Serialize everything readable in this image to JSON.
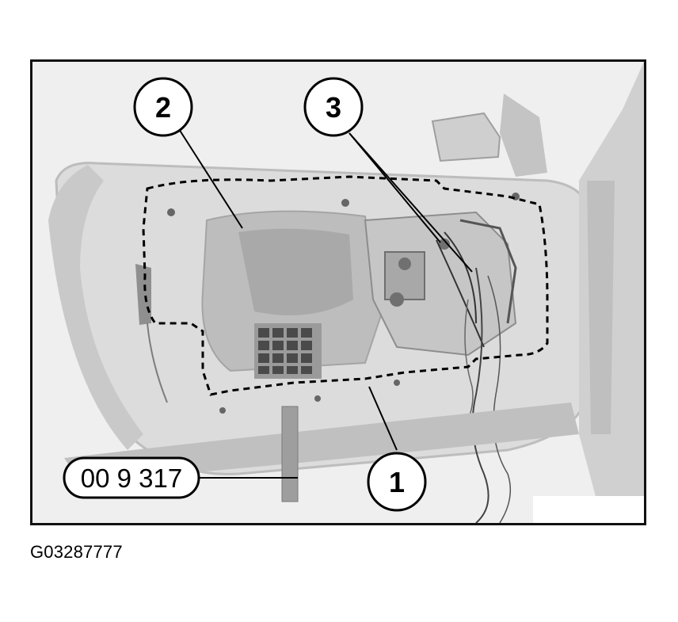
{
  "figure": {
    "callouts": [
      {
        "number": "1"
      },
      {
        "number": "2"
      },
      {
        "number": "3"
      }
    ],
    "tool_label": "00 9 317",
    "figure_code": "G03287777"
  },
  "colors": {
    "frame": "#111111",
    "background": "#efefef",
    "door_panel": "#d6d6d6",
    "door_shadow": "#b9b9b9",
    "outline_dashed": "#000000"
  }
}
